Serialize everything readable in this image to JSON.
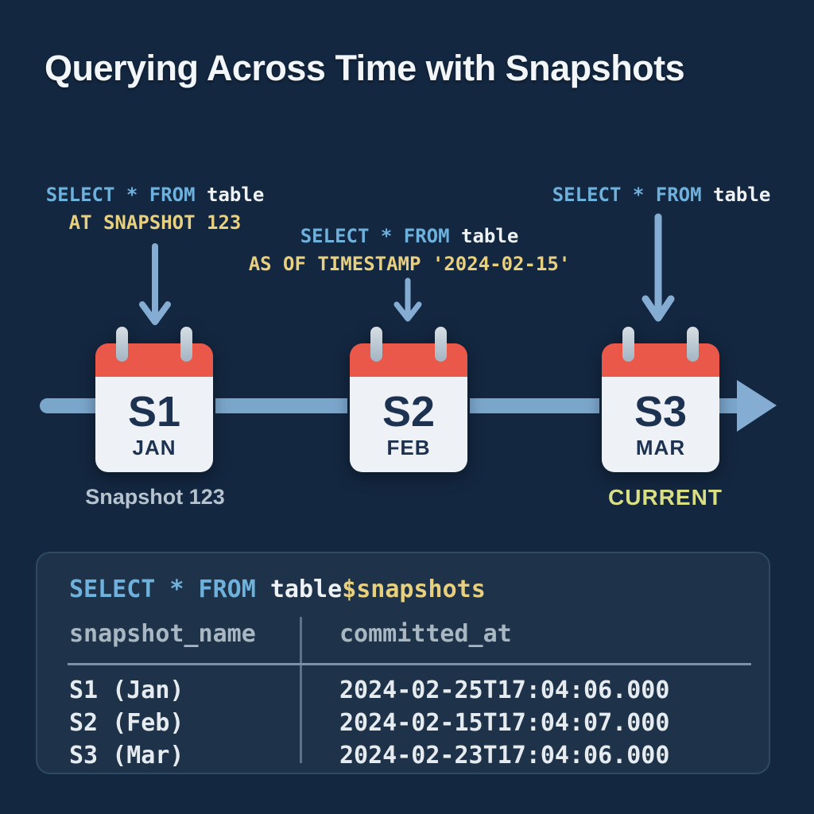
{
  "title": "Querying Across Time with Snapshots",
  "queries": {
    "q1": {
      "keyword": "SELECT * FROM",
      "table": "table",
      "clause": "AT SNAPSHOT 123"
    },
    "q2": {
      "keyword": "SELECT * FROM",
      "table": "table",
      "clause": "AS OF TIMESTAMP '2024-02-15'"
    },
    "q3": {
      "keyword": "SELECT * FROM",
      "table": "table",
      "clause": ""
    }
  },
  "timeline": {
    "snapshots": [
      {
        "id": "S1",
        "month": "JAN",
        "label": "Snapshot 123"
      },
      {
        "id": "S2",
        "month": "FEB",
        "label": ""
      },
      {
        "id": "S3",
        "month": "MAR",
        "label": "CURRENT"
      }
    ]
  },
  "panel": {
    "query": {
      "keyword": "SELECT * FROM",
      "table": "table",
      "suffix": "$snapshots"
    },
    "columns": [
      "snapshot_name",
      "committed_at"
    ],
    "rows": [
      [
        "S1 (Jan)",
        "2024-02-25T17:04:06.000"
      ],
      [
        "S2 (Feb)",
        "2024-02-15T17:04:07.000"
      ],
      [
        "S3 (Mar)",
        "2024-02-23T17:04:06.000"
      ]
    ]
  },
  "colors": {
    "background": "#132740",
    "panel_background": "#1e3349",
    "sql_keyword_blue": "#6fb1dd",
    "sql_plain_white": "#eef2f4",
    "sql_literal_yellow": "#e8d07f",
    "arrow_blue": "#85add3",
    "timeline_blue": "#7ba6cc",
    "calendar_red": "#ea5849",
    "calendar_body": "#eef2f6",
    "calendar_text": "#1d3150",
    "snapshot_label_gray": "#b6c2cd",
    "current_label_green": "#d9df85"
  }
}
